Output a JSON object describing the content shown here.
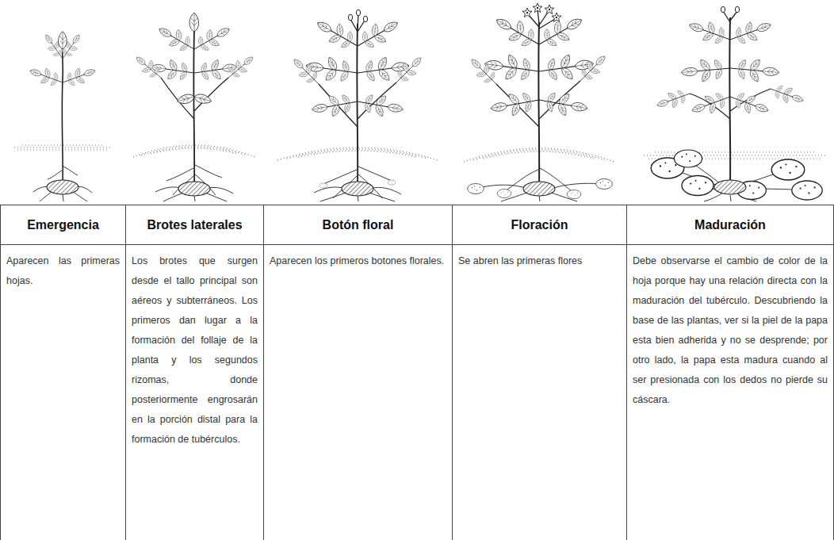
{
  "diagram": {
    "nodes": [
      {
        "text": [
          "Emergencia",
          "Aparecen las primeras hojas."
        ]
      },
      {
        "text": [
          "Brotes laterales",
          "Los brotes que surgen desde el tallo principal son aéreos y subterráneos. Los primeros dan lugar a la formación del follaje de la planta y los segundos rizomas, donde posteriormente engrosarán en la porción distal para la formación de tubérculos."
        ]
      },
      {
        "text": [
          "Botón floral",
          "Aparecen los primeros botones florales."
        ]
      },
      {
        "text": [
          "Floración",
          "Se abren las primeras flores"
        ]
      },
      {
        "text": [
          "Maduración",
          "Debe observarse el cambio de color de la hoja porque hay una relación directa con la maduración del tubérculo. Descubriendo la base de las plantas, ver si la piel de la papa esta bien adherida y no se desprende; por otro lado, la papa esta madura cuando al ser presionada con los dedos no pierde su cáscara."
        ]
      }
    ]
  }
}
